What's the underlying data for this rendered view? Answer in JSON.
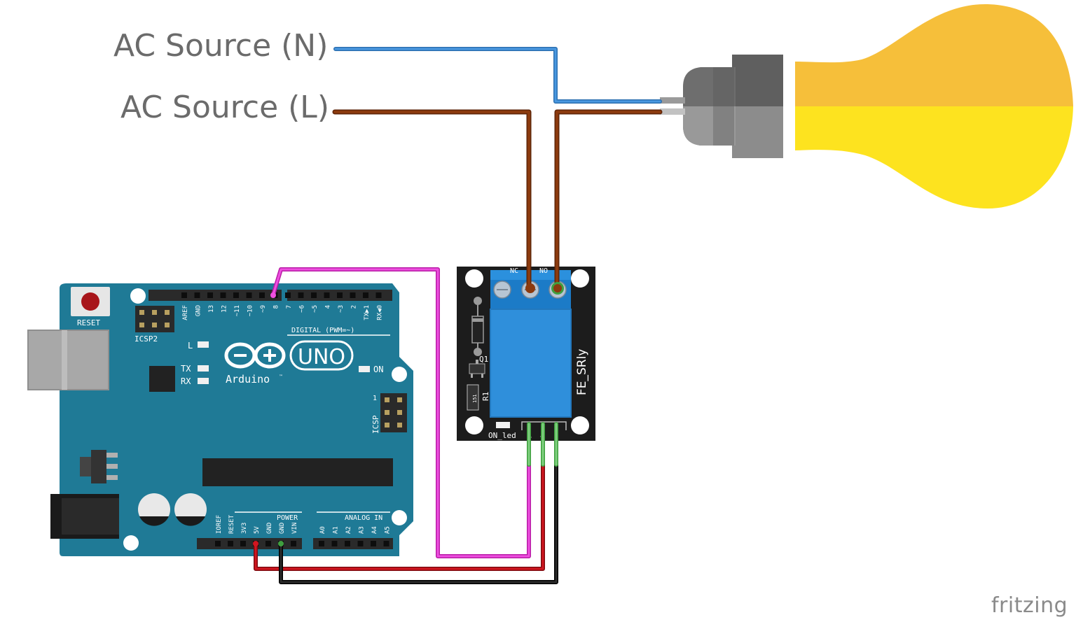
{
  "labels": {
    "ac_source_n": "AC Source (N)",
    "ac_source_l": "AC Source (L)"
  },
  "arduino": {
    "reset": "RESET",
    "icsp2": "ICSP2",
    "icsp": "ICSP",
    "led_l": "L",
    "led_tx": "TX",
    "led_rx": "RX",
    "led_on": "ON",
    "digital": "DIGITAL (PWM=~)",
    "brand": "Arduino",
    "tm": "™",
    "model": "UNO",
    "power": "POWER",
    "analog_in": "ANALOG IN",
    "icsp_pin1": "1",
    "digital_pins": [
      "AREF",
      "GND",
      "13",
      "12",
      "~11",
      "~10",
      "~9",
      "8",
      "7",
      "~6",
      "~5",
      "4",
      "~3",
      "2",
      "TX▶1",
      "RX◀0"
    ],
    "power_pins": [
      "IOREF",
      "RESET",
      "3V3",
      "5V",
      "GND",
      "GND",
      "VIN"
    ],
    "analog_pins": [
      "A0",
      "A1",
      "A2",
      "A3",
      "A4",
      "A5"
    ]
  },
  "relay": {
    "nc": "NC",
    "no": "NO",
    "name": "FE_SRly",
    "q1": "Q1",
    "r1": "R1",
    "r_code": "151",
    "on_led": "ON_led",
    "s": "S",
    "plus": "+",
    "minus": "-"
  },
  "footer": {
    "brand": "fritzing"
  },
  "colors": {
    "board": "#1f7a96",
    "neutral_wire": "#3a86d1",
    "live_wire": "#8b3a0e",
    "signal_wire": "#e83ad6",
    "vcc_wire": "#c4101a",
    "gnd_wire": "#1a1a1a",
    "relay_body": "#2f8fdb",
    "bulb_top": "#f6bf3a",
    "bulb_bottom": "#fde31f"
  }
}
